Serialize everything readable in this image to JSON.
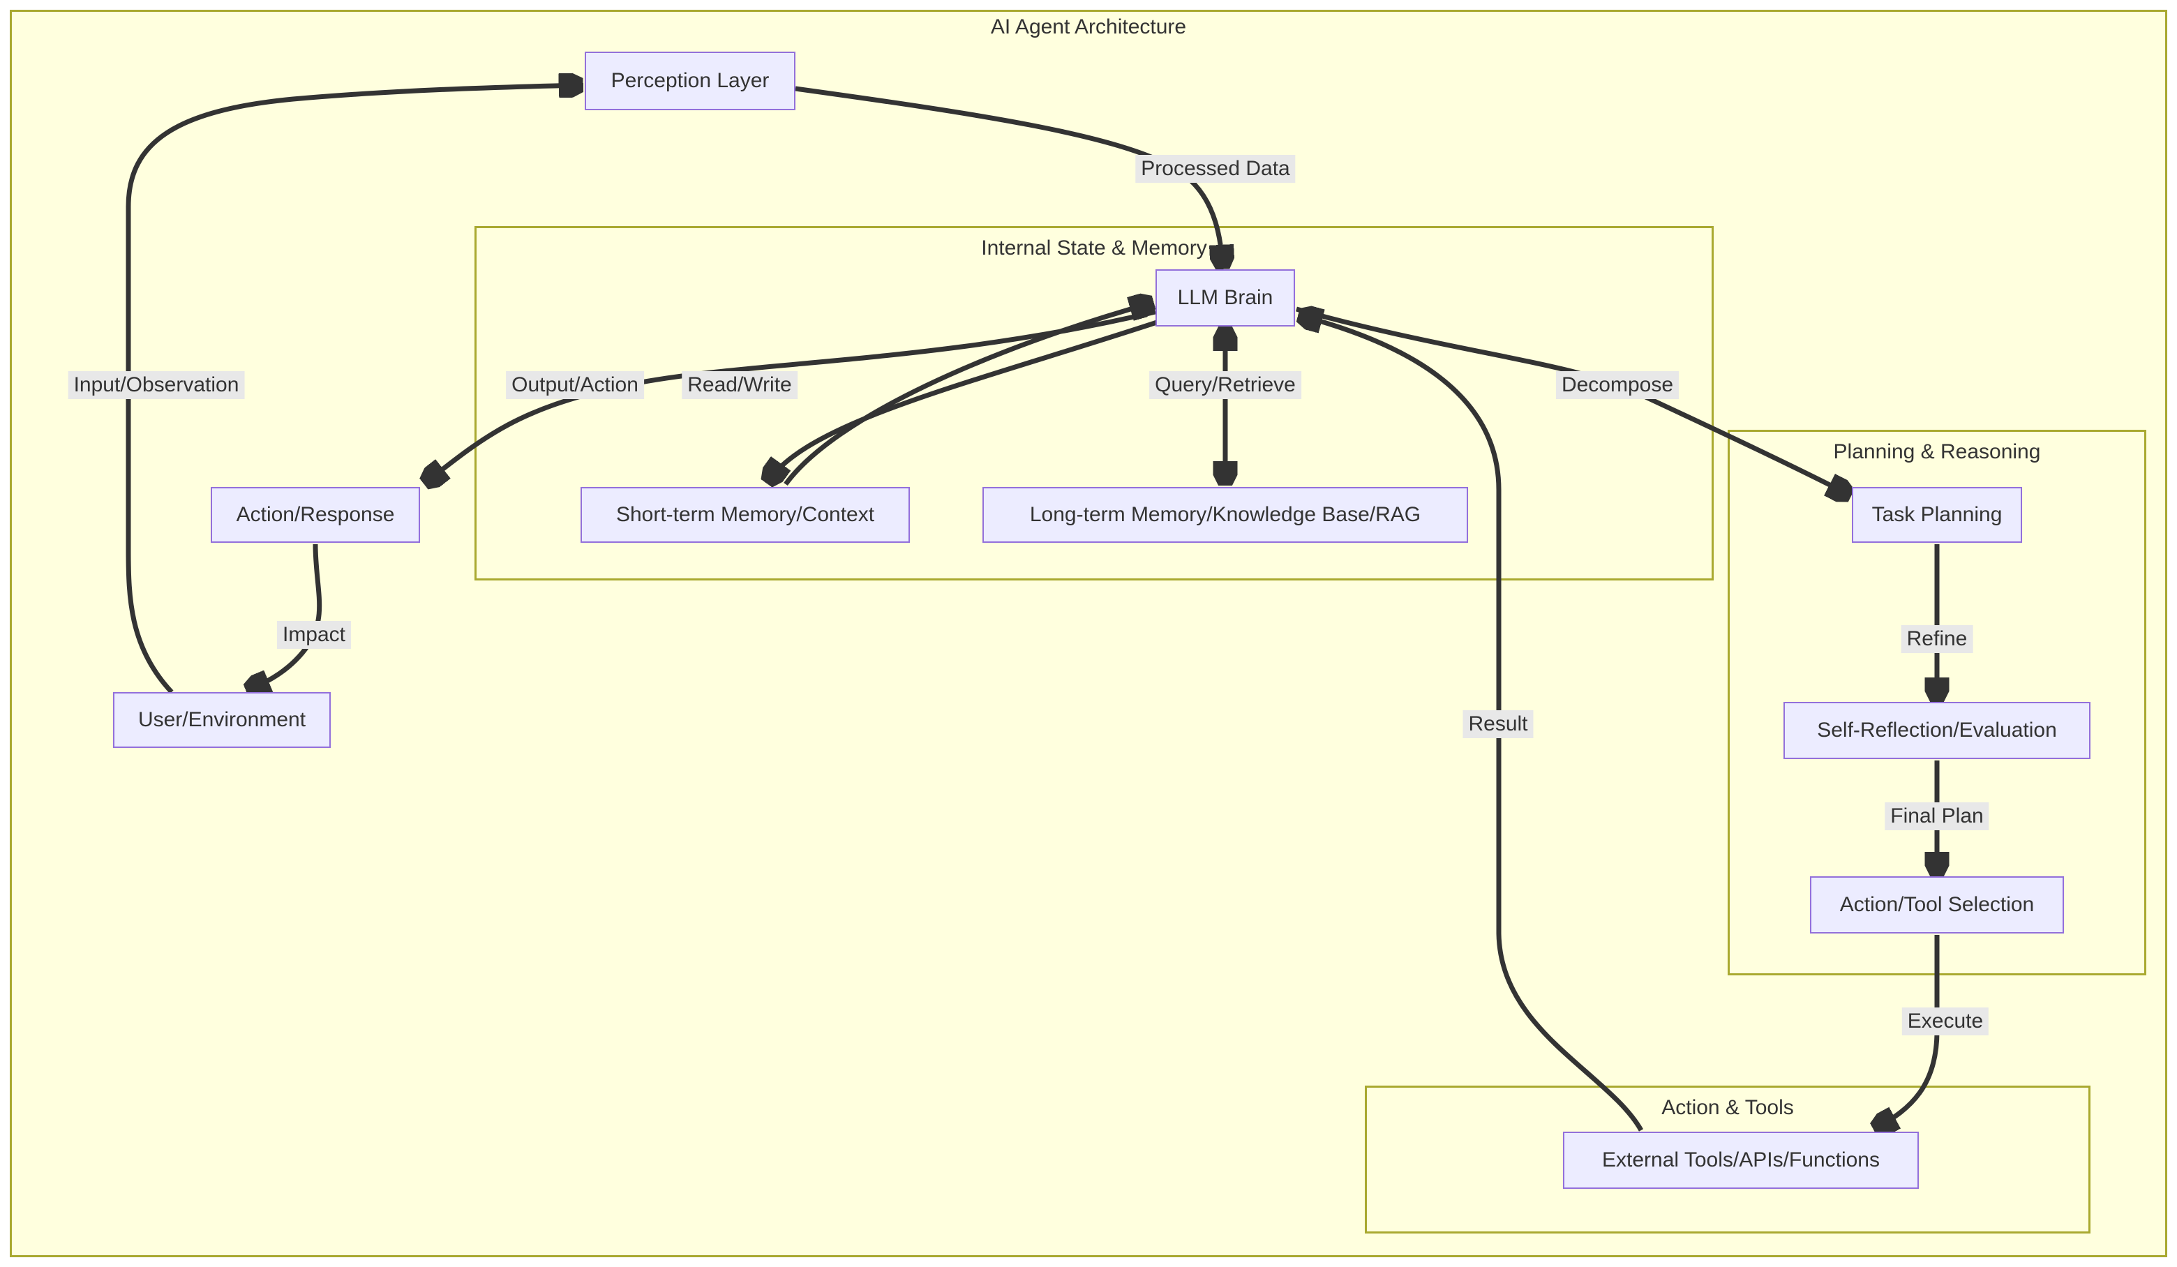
{
  "diagram": {
    "title": "AI Agent Architecture",
    "type": "flowchart",
    "colors": {
      "canvas_background": "#ffffff",
      "diagram_background": "#ffffde",
      "cluster_border": "#a9a930",
      "node_fill": "#ECECFF",
      "node_border": "#9370db",
      "edge_stroke": "#333333",
      "edge_label_background": "#e8e8e8",
      "text": "#333333"
    },
    "subgraphs": [
      {
        "id": "internal",
        "title": "Internal State & Memory"
      },
      {
        "id": "planning",
        "title": "Planning & Reasoning"
      },
      {
        "id": "tools",
        "title": "Action & Tools"
      }
    ],
    "nodes": [
      {
        "id": "perception",
        "label": "Perception Layer"
      },
      {
        "id": "llm",
        "label": "LLM Brain"
      },
      {
        "id": "action_response",
        "label": "Action/Response"
      },
      {
        "id": "stm",
        "label": "Short-term Memory/Context"
      },
      {
        "id": "ltm",
        "label": "Long-term Memory/Knowledge Base/RAG"
      },
      {
        "id": "user_env",
        "label": "User/Environment"
      },
      {
        "id": "task_planning",
        "label": "Task Planning"
      },
      {
        "id": "self_reflection",
        "label": "Self-Reflection/Evaluation"
      },
      {
        "id": "action_tool",
        "label": "Action/Tool Selection"
      },
      {
        "id": "external_tools",
        "label": "External Tools/APIs/Functions"
      }
    ],
    "edges": [
      {
        "from": "user_env",
        "to": "perception",
        "label": "Input/Observation",
        "bidirectional": false
      },
      {
        "from": "perception",
        "to": "llm",
        "label": "Processed Data",
        "bidirectional": false
      },
      {
        "from": "llm",
        "to": "action_response",
        "label": "Output/Action",
        "bidirectional": false
      },
      {
        "from": "llm",
        "to": "stm",
        "label": "Read/Write",
        "bidirectional": true
      },
      {
        "from": "llm",
        "to": "ltm",
        "label": "Query/Retrieve",
        "bidirectional": true
      },
      {
        "from": "llm",
        "to": "task_planning",
        "label": "Decompose",
        "bidirectional": false
      },
      {
        "from": "task_planning",
        "to": "self_reflection",
        "label": "Refine",
        "bidirectional": false
      },
      {
        "from": "self_reflection",
        "to": "action_tool",
        "label": "Final Plan",
        "bidirectional": false
      },
      {
        "from": "action_tool",
        "to": "external_tools",
        "label": "Execute",
        "bidirectional": false
      },
      {
        "from": "external_tools",
        "to": "llm",
        "label": "Result",
        "bidirectional": false
      },
      {
        "from": "action_response",
        "to": "user_env",
        "label": "Impact",
        "bidirectional": false
      }
    ]
  }
}
